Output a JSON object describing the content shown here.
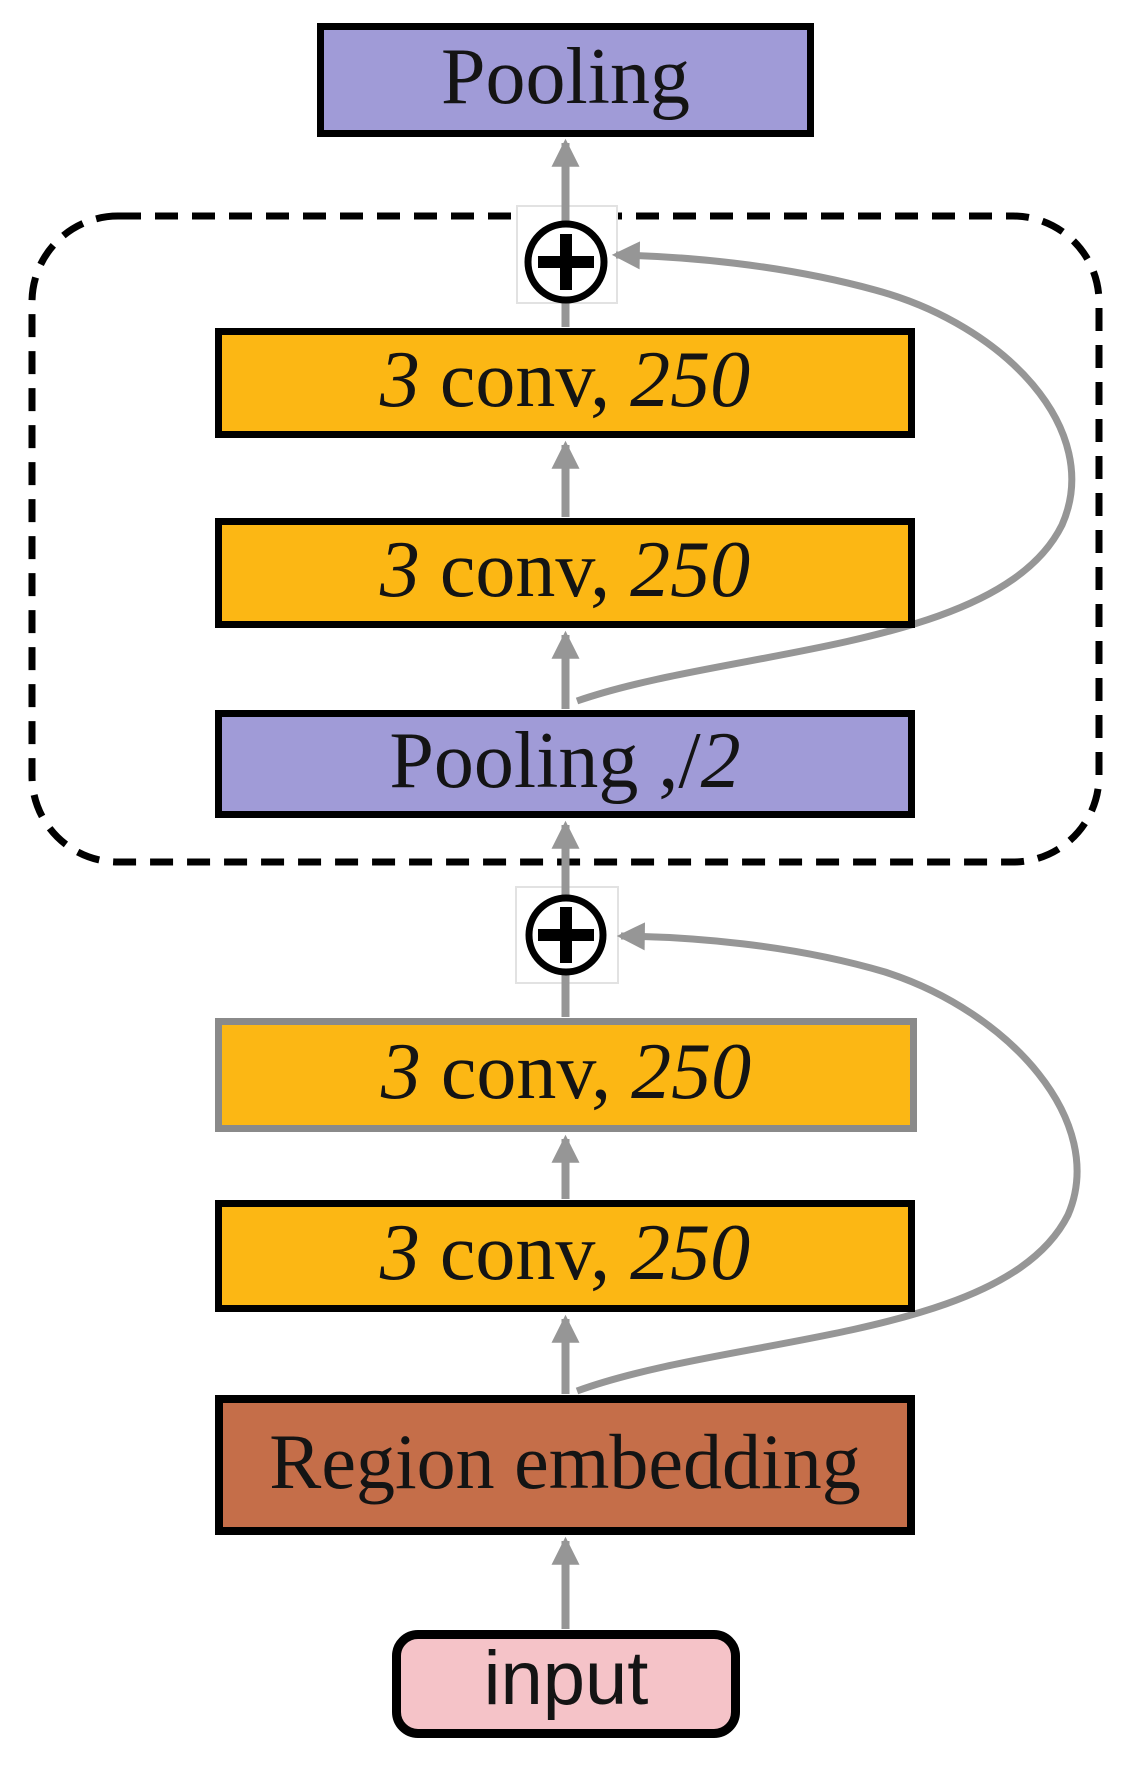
{
  "theme": {
    "background": "#ffffff",
    "box_orange": "#FCB714",
    "box_lavender": "#A09BD7",
    "box_terracotta": "#C56E49",
    "box_pink": "#F5C3C8",
    "arrow_gray": "#969696",
    "border_gray": "#8A8A8A",
    "border_black": "#000000"
  },
  "icons": {
    "merge": "⊕"
  },
  "labels": {
    "output_pooling": "Pooling",
    "conv": {
      "kernel": "3",
      "mid": " conv, ",
      "channels": "250"
    },
    "downsample_pooling": {
      "text": "Pooling ,/",
      "factor": "2"
    },
    "region_embedding": "Region embedding",
    "input": "input"
  }
}
